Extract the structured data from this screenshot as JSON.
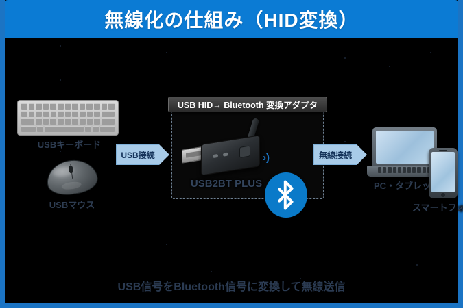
{
  "header": {
    "title": "無線化の仕組み（HID変換）"
  },
  "colors": {
    "brand_blue": "#0b7bd4",
    "frame_blue": "#1b74c4",
    "bluetooth_blue": "#0a7ac9",
    "arrow_fill": "#a8cbe8",
    "background": "#000000"
  },
  "diagram": {
    "sources": [
      {
        "id": "keyboard",
        "label": "USBキーボード",
        "icon": "keyboard-icon"
      },
      {
        "id": "mouse",
        "label": "USBマウス",
        "icon": "mouse-icon"
      }
    ],
    "arrows": [
      {
        "id": "usb-connection",
        "label": "USB接続",
        "direction": "right"
      },
      {
        "id": "wireless-connection",
        "label": "無線接続",
        "direction": "right"
      }
    ],
    "adapter": {
      "panel_title": "USB HID→ Bluetooth 変換アダプタ",
      "device_name": "USB2BT PLUS",
      "bluetooth_icon": "bluetooth-icon"
    },
    "targets": [
      {
        "id": "pc-tablet",
        "label": "PC・タブレット",
        "icon": "laptop-icon"
      },
      {
        "id": "smartphone",
        "label": "スマートフォン",
        "icon": "smartphone-icon"
      }
    ]
  },
  "footer": {
    "caption": "USB信号をBluetooth信号に変換して無線送信"
  }
}
